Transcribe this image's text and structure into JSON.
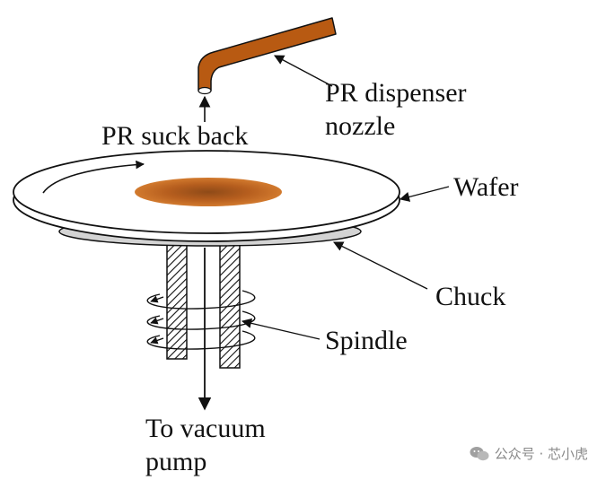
{
  "labels": {
    "nozzle_line1": "PR dispenser",
    "nozzle_line2": "nozzle",
    "suck_back": "PR suck back",
    "wafer": "Wafer",
    "chuck": "Chuck",
    "spindle": "Spindle",
    "vacuum_line1": "To vacuum",
    "vacuum_line2": "pump"
  },
  "watermark": {
    "text": "公众号 · 芯小虎",
    "icon": "wechat-icon"
  },
  "colors": {
    "nozzle": "#B85A12",
    "photoresist": "#C8691F",
    "chuck": "#D3D3D3",
    "outline": "#111111"
  }
}
